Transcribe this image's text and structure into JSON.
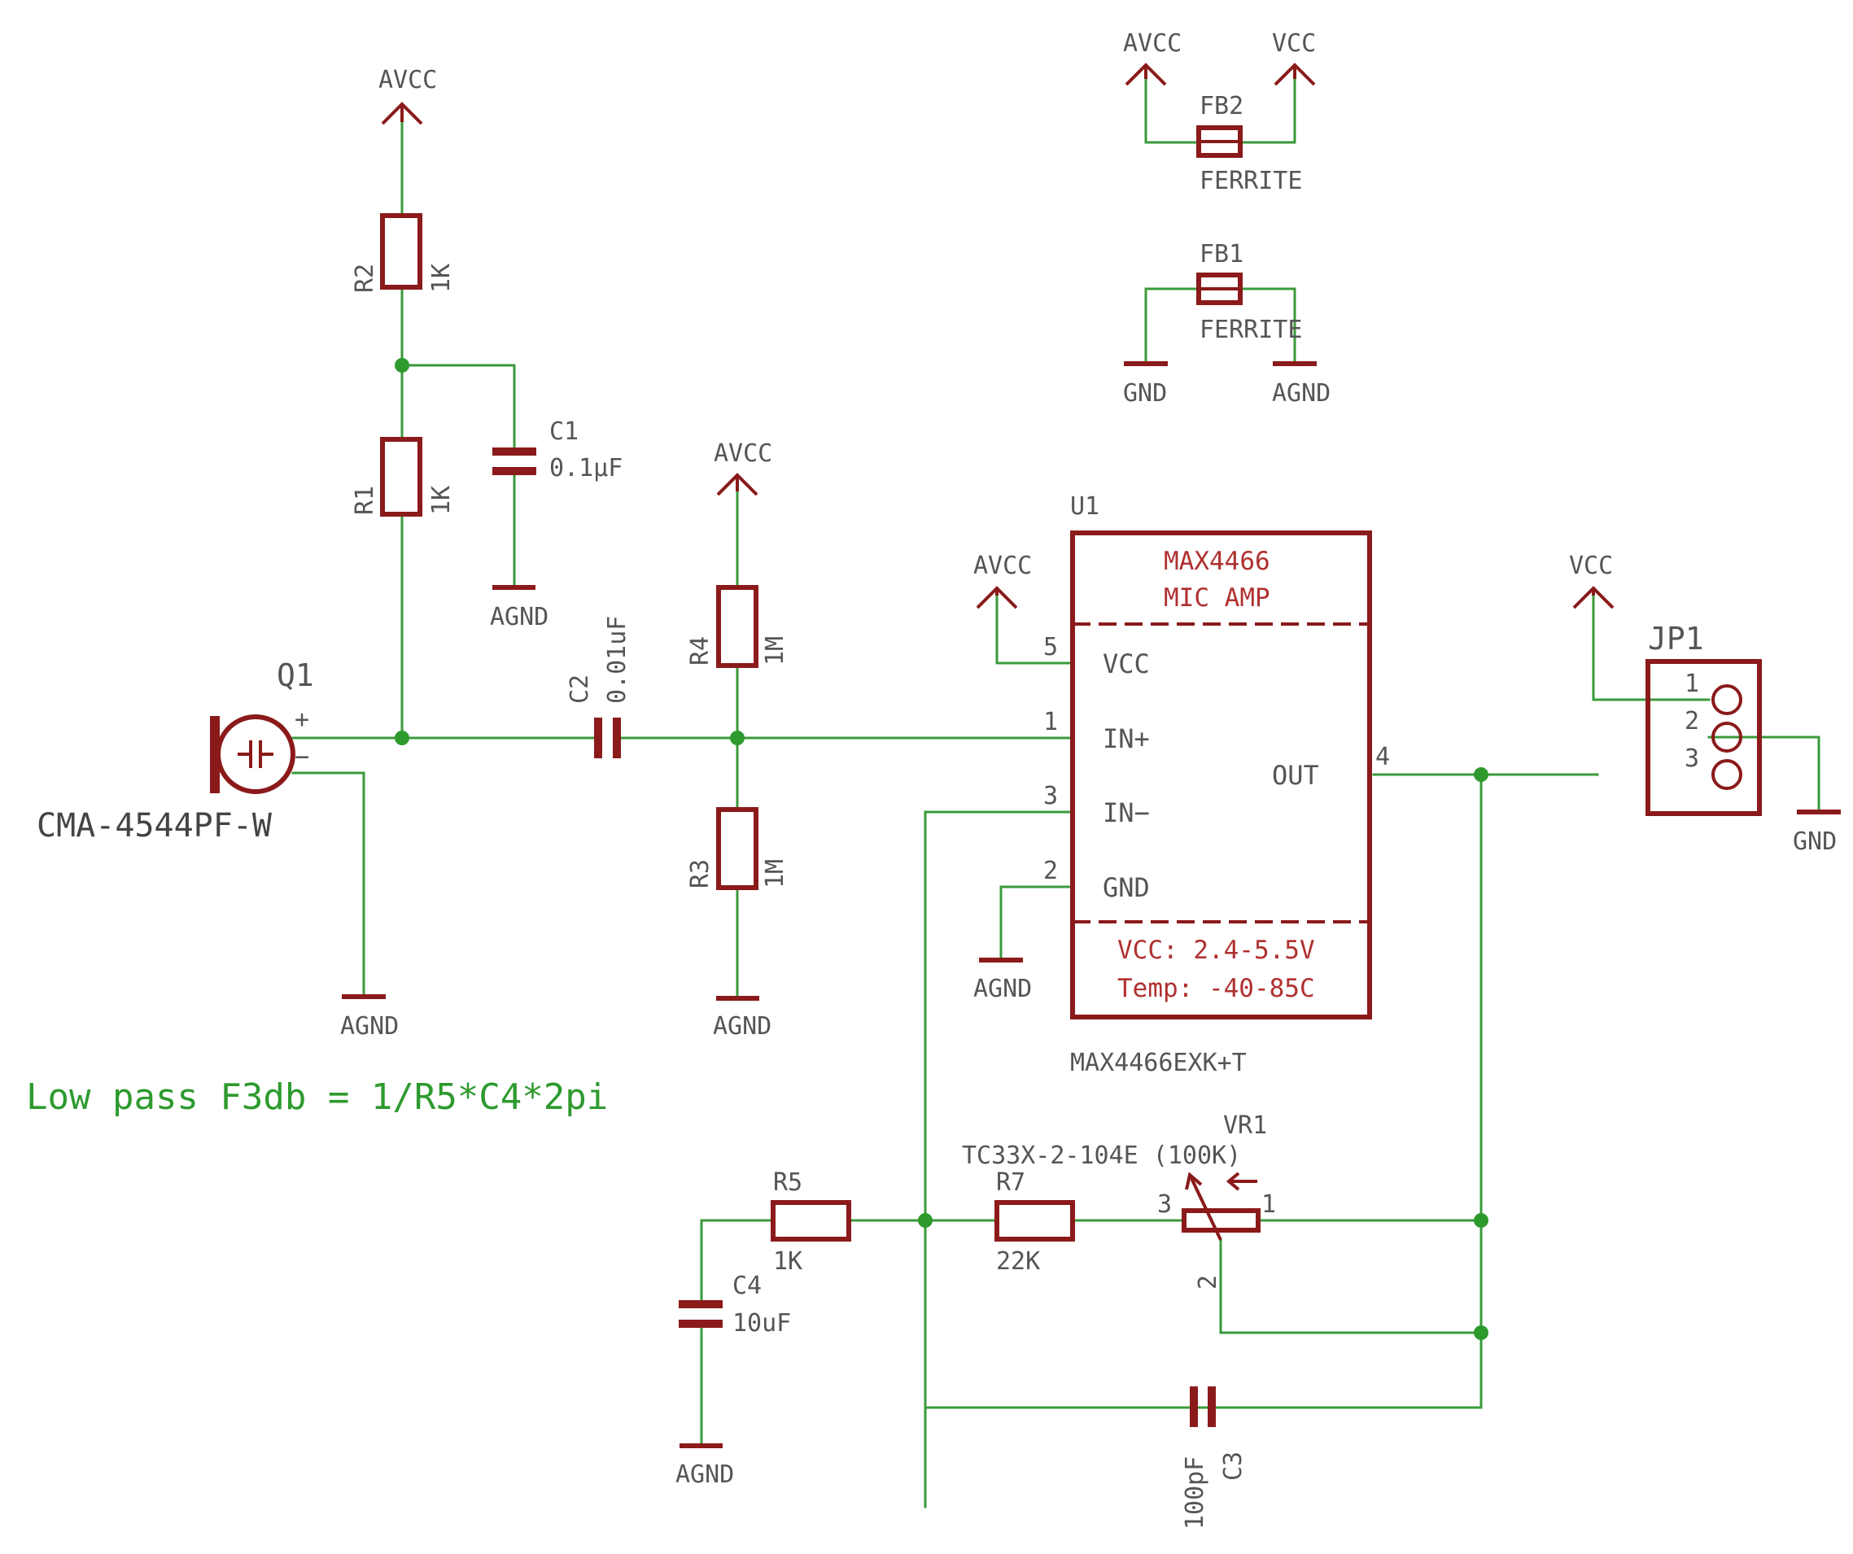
{
  "power": {
    "avcc": "AVCC",
    "vcc": "VCC",
    "gnd": "GND",
    "agnd": "AGND"
  },
  "parts": {
    "r2": {
      "name": "R2",
      "value": "1K"
    },
    "r1": {
      "name": "R1",
      "value": "1K"
    },
    "c1": {
      "name": "C1",
      "value": "0.1μF"
    },
    "r4": {
      "name": "R4",
      "value": "1M"
    },
    "r3": {
      "name": "R3",
      "value": "1M"
    },
    "c2": {
      "name": "C2",
      "value": "0.01uF"
    },
    "q1": {
      "name": "Q1",
      "value": "CMA-4544PF-W",
      "plus": "+",
      "minus": "−"
    },
    "fb2": {
      "name": "FB2",
      "value": "FERRITE"
    },
    "fb1": {
      "name": "FB1",
      "value": "FERRITE"
    },
    "u1": {
      "ref": "U1",
      "line1": "MAX4466",
      "line2": "MIC AMP",
      "spec1": "VCC:  2.4-5.5V",
      "spec2": "Temp: -40-85C",
      "part": "MAX4466EXK+T",
      "pins": {
        "vcc": {
          "num": "5",
          "name": "VCC"
        },
        "inp": {
          "num": "1",
          "name": "IN+"
        },
        "inm": {
          "num": "3",
          "name": "IN−"
        },
        "gnd": {
          "num": "2",
          "name": "GND"
        },
        "out": {
          "num": "4",
          "name": "OUT"
        }
      }
    },
    "jp1": {
      "name": "JP1",
      "pin1": "1",
      "pin2": "2",
      "pin3": "3"
    },
    "r5": {
      "name": "R5",
      "value": "1K"
    },
    "c4": {
      "name": "C4",
      "value": "10uF"
    },
    "r7": {
      "name": "R7",
      "value": "22K"
    },
    "vr1": {
      "name": "VR1",
      "value": "TC33X-2-104E (100K)",
      "pin1": "1",
      "pin2": "2",
      "pin3": "3"
    },
    "c3": {
      "name": "C3",
      "value": "100pF"
    }
  },
  "note": "Low pass F3db = 1/R5*C4*2pi",
  "colors": {
    "wire": "#3a9a3a",
    "part": "#8b1a1a",
    "label": "#555555",
    "note": "#2e9a2e"
  }
}
